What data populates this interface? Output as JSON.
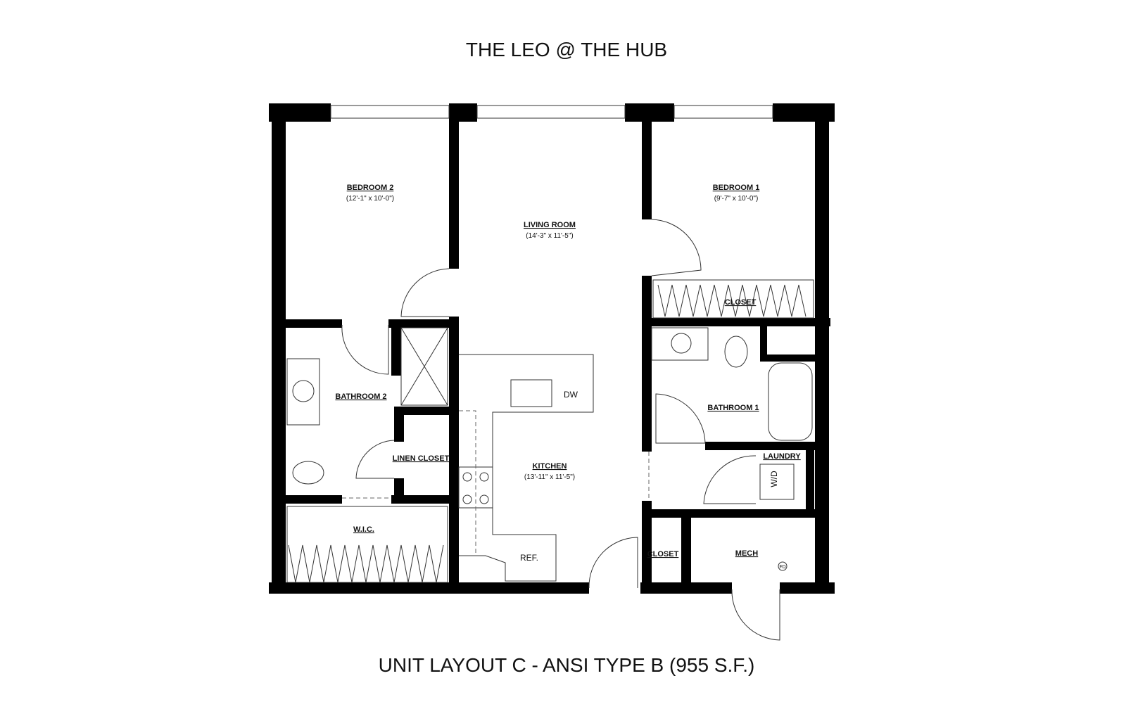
{
  "title": "THE LEO @ THE HUB",
  "subtitle": "UNIT LAYOUT C - ANSI TYPE B (955 S.F.)",
  "rooms": {
    "bedroom2": {
      "name": "BEDROOM 2",
      "dim": "(12'-1\" x 10'-0\")"
    },
    "bedroom1": {
      "name": "BEDROOM 1",
      "dim": "(9'-7\" x 10'-0\")"
    },
    "living": {
      "name": "LIVING ROOM",
      "dim": "(14'-3\" x 11'-5\")"
    },
    "kitchen": {
      "name": "KITCHEN",
      "dim": "(13'-11\" x 11'-5\")"
    },
    "bathroom2": {
      "name": "BATHROOM 2"
    },
    "bathroom1": {
      "name": "BATHROOM 1"
    },
    "linen": {
      "name": "LINEN CLOSET"
    },
    "wic": {
      "name": "W.I.C."
    },
    "closet_b1": {
      "name": "CLOSET"
    },
    "closet_entry": {
      "name": "CLOSET"
    },
    "laundry": {
      "name": "LAUNDRY"
    },
    "mech": {
      "name": "MECH"
    }
  },
  "fixtures": {
    "dw": "DW",
    "ref": "REF.",
    "wd": "W/D",
    "fd": "FD"
  }
}
